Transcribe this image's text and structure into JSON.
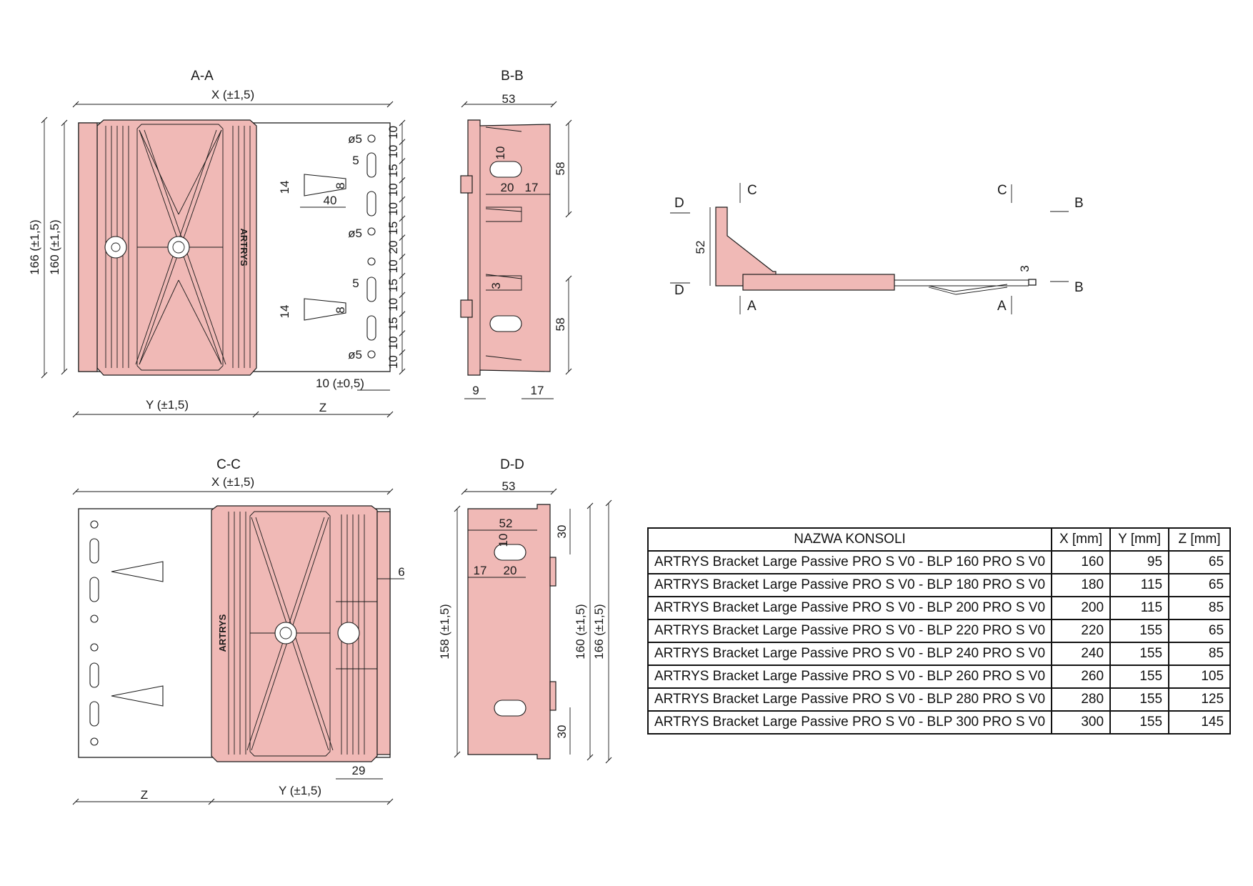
{
  "views": {
    "aa": {
      "title": "A-A",
      "width_dim": "X (±1,5)",
      "y_dim": "Y (±1,5)",
      "z_dim": "Z",
      "height_outer": "166 (±1,5)",
      "height_inner": "160 (±1,5)",
      "edge_offset": "10 (±0,5)",
      "hole_dia": "ø5",
      "slot_5": "5",
      "tab_14": "14",
      "tab_8": "8",
      "tab_40": "40",
      "right_chain": [
        "10",
        "10",
        "15",
        "10",
        "10",
        "15",
        "20",
        "10",
        "15",
        "10",
        "15",
        "10",
        "10"
      ],
      "logo_text": "ARTRYS"
    },
    "bb": {
      "title": "B-B",
      "width": "53",
      "upper_height": "58",
      "lower_height": "58",
      "slot_10": "10",
      "slot_20": "20",
      "slot_17": "17",
      "gap_3": "3",
      "bottom_9": "9",
      "bottom_17": "17"
    },
    "side": {
      "section_a": "A",
      "section_b": "B",
      "section_c": "C",
      "section_d": "D",
      "height_52": "52",
      "tip_3": "3"
    },
    "cc": {
      "title": "C-C",
      "width_dim": "X (±1,5)",
      "z_dim": "Z",
      "y_dim": "Y (±1,5)",
      "dim_6": "6",
      "dim_29": "29",
      "logo_text": "ARTRYS"
    },
    "dd": {
      "title": "D-D",
      "width": "53",
      "inner": "52",
      "slot_10": "10",
      "slot_17": "17",
      "slot_20": "20",
      "top_30": "30",
      "bottom_30": "30",
      "height_158": "158 (±1,5)",
      "height_160": "160 (±1,5)",
      "height_166": "166 (±1,5)"
    }
  },
  "table": {
    "headers": [
      "NAZWA KONSOLI",
      "X [mm]",
      "Y [mm]",
      "Z [mm]"
    ],
    "rows": [
      {
        "name": "ARTRYS Bracket Large Passive PRO S V0 - BLP 160 PRO S V0",
        "x": "160",
        "y": "95",
        "z": "65"
      },
      {
        "name": "ARTRYS Bracket Large Passive PRO S V0 - BLP 180 PRO S V0",
        "x": "180",
        "y": "115",
        "z": "65"
      },
      {
        "name": "ARTRYS Bracket Large Passive PRO S V0 - BLP 200 PRO S V0",
        "x": "200",
        "y": "115",
        "z": "85"
      },
      {
        "name": "ARTRYS Bracket Large Passive PRO S V0 - BLP 220 PRO S V0",
        "x": "220",
        "y": "155",
        "z": "65"
      },
      {
        "name": "ARTRYS Bracket Large Passive PRO S V0 - BLP 240 PRO S V0",
        "x": "240",
        "y": "155",
        "z": "85"
      },
      {
        "name": "ARTRYS Bracket Large Passive PRO S V0 - BLP 260 PRO S V0",
        "x": "260",
        "y": "155",
        "z": "105"
      },
      {
        "name": "ARTRYS Bracket Large Passive PRO S V0 - BLP 280 PRO S V0",
        "x": "280",
        "y": "155",
        "z": "125"
      },
      {
        "name": "ARTRYS Bracket Large Passive PRO S V0 - BLP 300 PRO S V0",
        "x": "300",
        "y": "155",
        "z": "145"
      }
    ]
  },
  "colors": {
    "part_fill": "#f0b9b6",
    "line": "#1a1a1a"
  }
}
